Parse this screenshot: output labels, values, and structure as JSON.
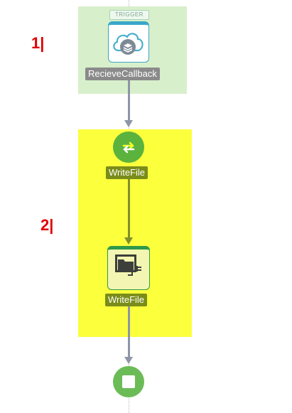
{
  "annotations": {
    "step_1": "1|",
    "step_2": "2|"
  },
  "trigger": {
    "badge": "TRIGGER",
    "icon": "cloud-stack-icon",
    "label": "RecieveCallback"
  },
  "actions": [
    {
      "icon": "map-arrows-icon",
      "label": "WriteFile"
    },
    {
      "icon": "file-connector-icon",
      "label": "WriteFile"
    }
  ],
  "end": {
    "icon": "stop-icon"
  },
  "colors": {
    "trigger_region": "#d8efcb",
    "action_region": "#fbff3c",
    "node_green": "#5bb33e",
    "card_blue": "#3aa7c9",
    "label_olive": "#7a8c19",
    "step_red": "#e00000"
  }
}
